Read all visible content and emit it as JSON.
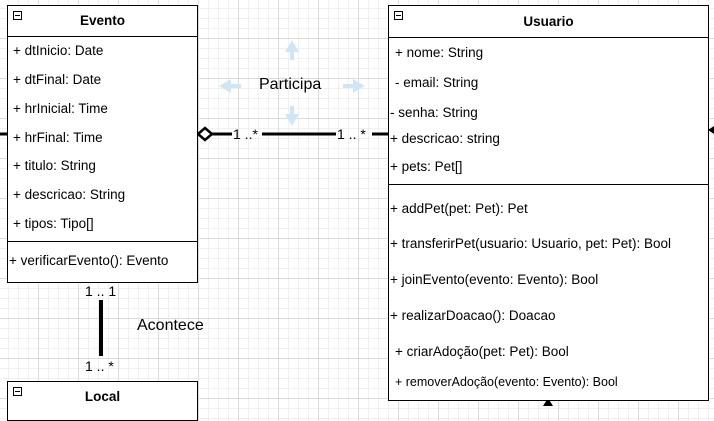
{
  "evento": {
    "name": "Evento",
    "attributes": [
      "+ dtInicio: Date",
      "+ dtFinal: Date",
      "+ hrInicial: Time",
      "+ hrFinal: Time",
      "+ titulo: String",
      "+ descricao: String",
      "+ tipos: Tipo[]"
    ],
    "methods": [
      "+ verificarEvento(): Evento"
    ]
  },
  "usuario": {
    "name": "Usuario",
    "attributes": [
      "+ nome: String",
      "- email: String",
      "- senha: String",
      "+ descricao: string",
      "+ pets: Pet[]"
    ],
    "methods": [
      "+ addPet(pet: Pet): Pet",
      "+ transferirPet(usuario: Usuario, pet: Pet): Bool",
      "+ joinEvento(evento: Evento): Bool",
      "+ realizarDoacao(): Doacao",
      "+ criarAdoção(pet: Pet): Bool",
      "+ removerAdoção(evento: Evento): Bool"
    ]
  },
  "local": {
    "name": "Local"
  },
  "associations": {
    "participa": {
      "label": "Participa",
      "source_mult": "1 ..*",
      "target_mult": "1 .. *"
    },
    "acontece": {
      "label": "Acontece",
      "source_mult": "1 .. 1",
      "target_mult": "1 .. *"
    }
  },
  "colors": {
    "line": "#000000",
    "selection_arrow": "#cfe6f7",
    "grid": "#dcdcdc"
  }
}
